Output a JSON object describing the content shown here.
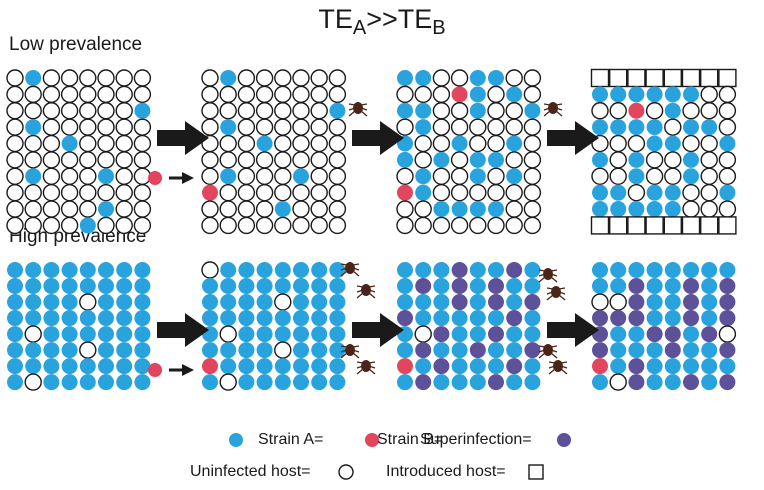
{
  "title": {
    "main": "TE",
    "sub_a": "A",
    "rel": ">>TE",
    "sub_b": "B"
  },
  "rows": [
    {
      "label": "Low prevalence",
      "panels": [
        [
          ".A......",
          "........",
          ".......A",
          ".A......",
          "...A....",
          "........",
          ".A...A..",
          "........",
          ".....A..",
          "....A..."
        ],
        [
          ".A......",
          "........",
          ".......A",
          ".A......",
          "...A....",
          "........",
          ".A...A..",
          "B.......",
          "....A...",
          "........"
        ],
        [
          "AA..AA..",
          "...BA.A.",
          "AA..A..A",
          ".A......",
          "A..A..A.",
          "A.A.AA..",
          ".A..A.A.",
          "BA......",
          "..AAAA..",
          "........"
        ],
        [
          "SSSSSSSS",
          "AAAAAA..",
          "..B.A...",
          "AAAA.AA.",
          "...AA..A",
          "A.A..A..",
          "..A..A..",
          "AA.AA..A",
          "AAAAA...",
          "SSSSSSSS"
        ]
      ],
      "extra_text": [],
      "ticks": [
        0,
        1,
        0,
        1,
        0,
        0,
        0,
        0
      ]
    },
    {
      "label": "High prevalence",
      "panels": [
        [
          "AAAAAAAA",
          "AAAAAAAA",
          "AAAA.AAA",
          "AAAAAAAA",
          "A.AAAAAA",
          "AAAA.AAA",
          "AAAAAAAA",
          "A.AAAAAA"
        ],
        [
          ".AAAAAAA",
          "AAAAAAAA",
          "AAAA.AAA",
          "AAAAAAAA",
          "A.AAAAAA",
          "AAAA.AAA",
          "BAAAAAAA",
          "A.AAAAAA"
        ],
        [
          "AAASAASA",
          "ASASASAA",
          "AAASASAS",
          "SAAAAASA",
          "A.SAASAA",
          "ASAASAAS",
          "BASAAASA",
          "ASAAASAA"
        ],
        [
          "AAAAAAAA",
          "AASAASAS",
          "..SAASAS",
          "SSSAASAS",
          "SAASSAS.",
          "SAAASAAS",
          "BASAAAAA",
          "A.SAASAS"
        ]
      ]
    }
  ],
  "legend": {
    "strain_a": "Strain A=",
    "strain_b": "Strain B=",
    "superinfection": "Superinfection=",
    "uninfected": "Uninfected host=",
    "introduced": "Introduced host="
  },
  "colors": {
    "strain_a": "#29a3dd",
    "strain_b": "#e2455e",
    "superinfection": "#5d519a",
    "outline": "#1a1a1a",
    "arrow": "#1a1a1a"
  }
}
